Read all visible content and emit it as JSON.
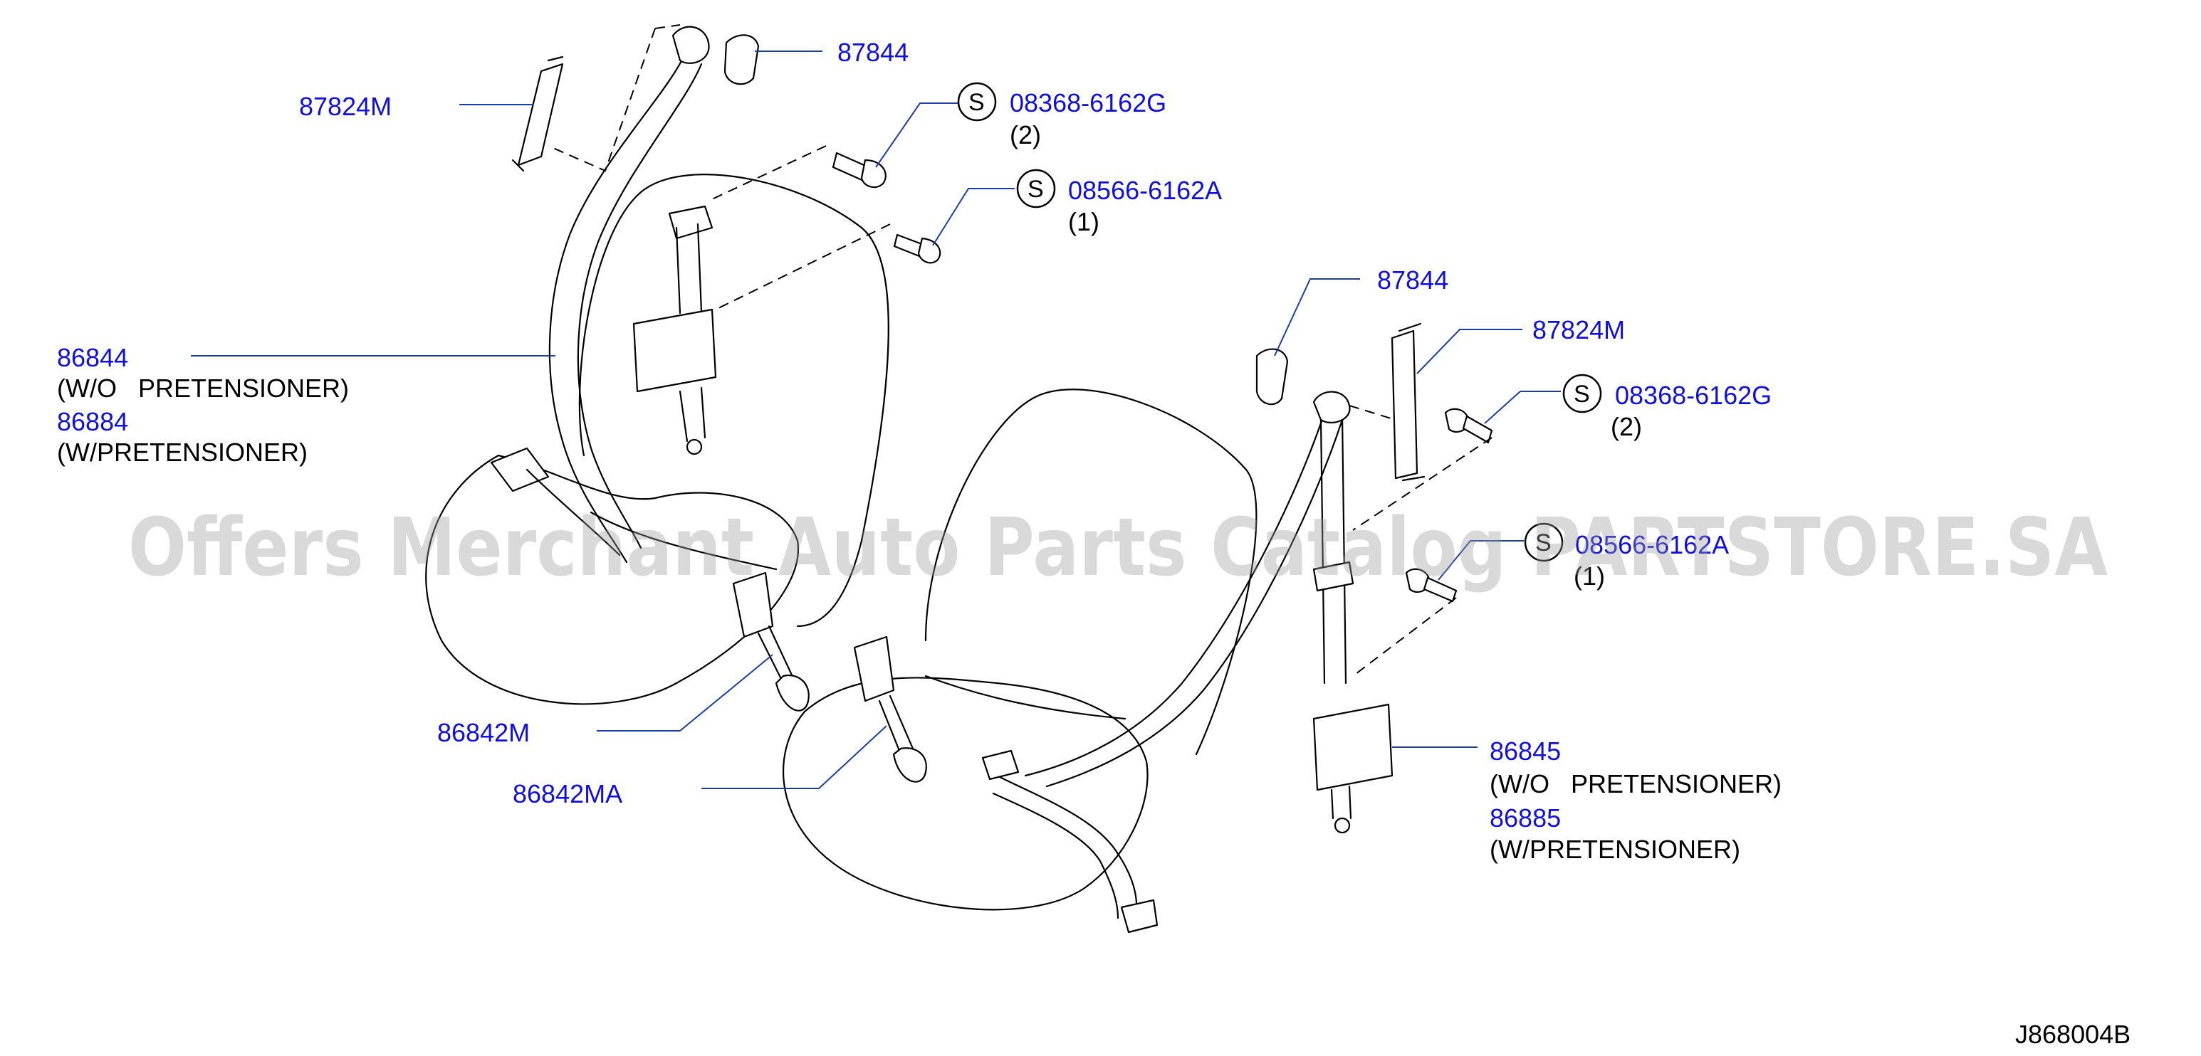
{
  "diagram": {
    "reference_code": "J868004B",
    "watermark": "Offers Merchant Auto Parts Catalog PARTSTORE.SA",
    "colors": {
      "part_number": "#1010d8",
      "leader_line": "#1a3fa0",
      "note_text": "#000000",
      "watermark": "#9a9a9a"
    },
    "labels": {
      "p87844_left": "87844",
      "p87824m_left": "87824M",
      "bolt_08368_left": "08368-6162G",
      "bolt_08368_left_qty": "(2)",
      "bolt_08566_left": "08566-6162A",
      "bolt_08566_left_qty": "(1)",
      "p86844": "86844",
      "p86844_note": "(W/O   PRETENSIONER)",
      "p86884": "86884",
      "p86884_note": "(W/PRETENSIONER)",
      "p86842m": "86842M",
      "p86842ma": "86842MA",
      "p87844_right": "87844",
      "p87824m_right": "87824M",
      "bolt_08368_right": "08368-6162G",
      "bolt_08368_right_qty": "(2)",
      "bolt_08566_right": "08566-6162A",
      "bolt_08566_right_qty": "(1)",
      "p86845": "86845",
      "p86845_note": "(W/O   PRETENSIONER)",
      "p86885": "86885",
      "p86885_note": "(W/PRETENSIONER)",
      "s_symbol": "S"
    }
  }
}
